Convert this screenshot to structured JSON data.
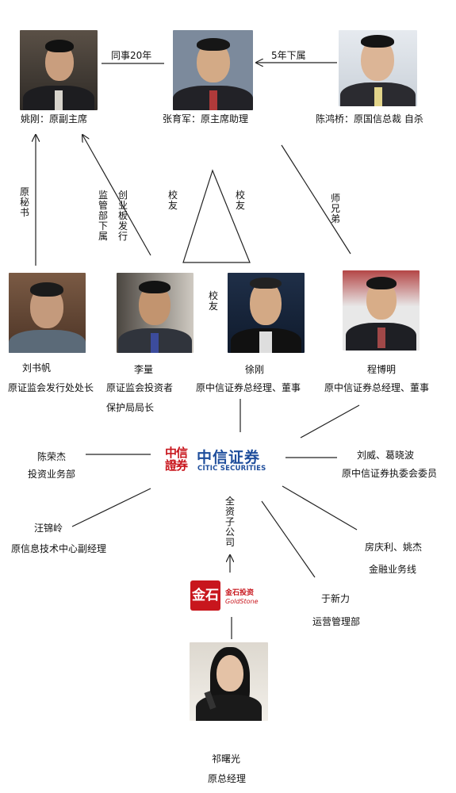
{
  "people": {
    "yao_gang": "姚刚：原副主席",
    "zhang_yujun": "张育军：原主席助理",
    "chen_hongqiao": "陈鸿桥：原国信总裁 自杀",
    "liu_shufan_name": "刘书帆",
    "liu_shufan_title": "原证监会发行处处长",
    "li_liang_name": "李量",
    "li_liang_title1": "原证监会投资者",
    "li_liang_title2": "保护局局长",
    "xu_gang_name": "徐刚",
    "xu_gang_title": "原中信证券总经理、董事",
    "cheng_boming_name": "程博明",
    "cheng_boming_title": "原中信证券总经理、董事",
    "qi_shuguang_name": "祁曙光",
    "qi_shuguang_title": "原总经理"
  },
  "relations": {
    "colleague_20yr": "同事20年",
    "subordinate_5yr": "5年下属",
    "former_secretary": "原秘书",
    "supervision_subordinate": "监管部下属",
    "gem_issuance": "创业板发行",
    "alumni_left": "校友",
    "alumni_right": "校友",
    "alumni_mid": "校友",
    "senior_fellow": "师兄弟",
    "wholly_owned": "全资子公司"
  },
  "citic": {
    "logo_cn_small": "中信證券",
    "logo_cn": "中信证券",
    "logo_en": "CITIC SECURITIES"
  },
  "goldstone": {
    "mark": "金石",
    "cn": "金石投资",
    "en": "GoldStone"
  },
  "staff": {
    "chen_rongjie_name": "陈荣杰",
    "chen_rongjie_dept": "投资业务部",
    "liu_wei_name": "刘威、葛晓波",
    "liu_wei_dept": "原中信证券执委会委员",
    "wang_jinling_name": "汪锦岭",
    "wang_jinling_dept": "原信息技术中心副经理",
    "fang_qingli_name": "房庆利、姚杰",
    "fang_qingli_dept": "金融业务线",
    "yu_xinli_name": "于新力",
    "yu_xinli_dept": "运营管理部"
  }
}
